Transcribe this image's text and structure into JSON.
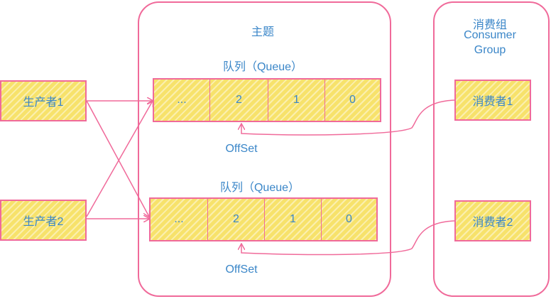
{
  "topic": {
    "title": "主题"
  },
  "queues": [
    {
      "label": "队列（Queue）",
      "cells": [
        "...",
        "2",
        "1",
        "0"
      ],
      "offset_label": "OffSet"
    },
    {
      "label": "队列（Queue）",
      "cells": [
        "...",
        "2",
        "1",
        "0"
      ],
      "offset_label": "OffSet"
    }
  ],
  "producers": [
    "生产者1",
    "生产者2"
  ],
  "consumer_group": {
    "title_line1": "消费组",
    "title_line2": "Consumer",
    "title_line3": "Group",
    "consumers": [
      "消费者1",
      "消费者2"
    ]
  },
  "colors": {
    "stroke": "#f06a9a",
    "fill": "#f7e26b",
    "text": "#3a86c8"
  }
}
